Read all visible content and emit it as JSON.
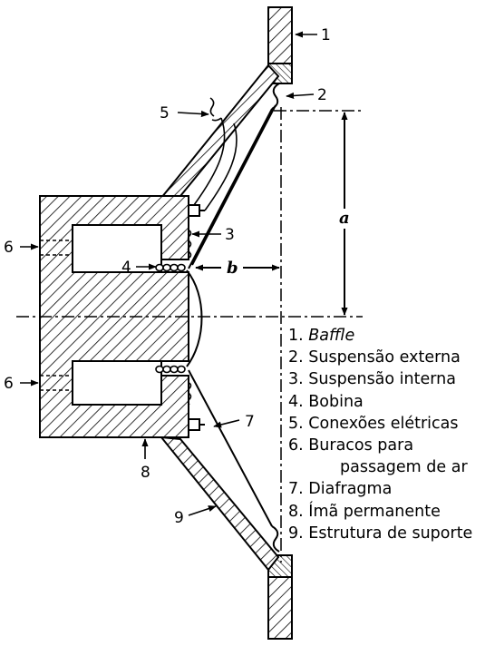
{
  "callouts": {
    "n1": "1",
    "n2": "2",
    "n3": "3",
    "n4": "4",
    "n5": "5",
    "n6a": "6",
    "n6b": "6",
    "n7": "7",
    "n8": "8",
    "n9": "9"
  },
  "dimensions": {
    "a": "a",
    "b": "b"
  },
  "legend": [
    {
      "num": "1.",
      "text": "Baffle"
    },
    {
      "num": "2.",
      "text": "Suspensão externa"
    },
    {
      "num": "3.",
      "text": "Suspensão interna"
    },
    {
      "num": "4.",
      "text": "Bobina"
    },
    {
      "num": "5.",
      "text": "Conexões elétricas"
    },
    {
      "num": "6.",
      "text": "Buracos para"
    },
    {
      "num": "",
      "text": "passagem de ar"
    },
    {
      "num": "7.",
      "text": "Diafragma"
    },
    {
      "num": "8.",
      "text": "Ímã permanente"
    },
    {
      "num": "9.",
      "text": "Estrutura de suporte"
    }
  ]
}
